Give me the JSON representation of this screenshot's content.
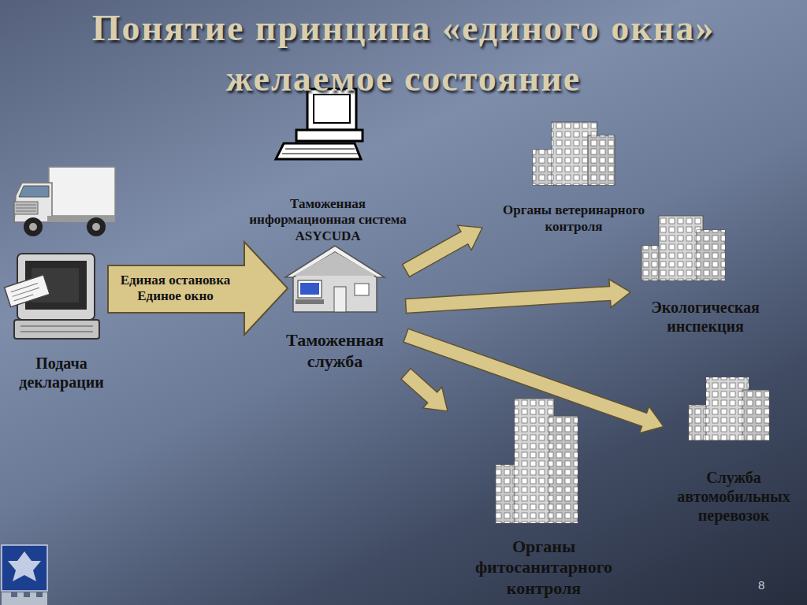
{
  "diagram": {
    "title": "Понятие принципа «единого окна» желаемое состояние",
    "nodes": [
      {
        "text": [
          "Подача декларации"
        ]
      },
      {
        "text": [
          "Единая остановка Единое окно"
        ]
      },
      {
        "text": [
          "Таможенная информационная система ASYCUDA"
        ]
      },
      {
        "text": [
          "Таможенная служба"
        ]
      },
      {
        "text": [
          "Органы ветеринарного контроля"
        ]
      },
      {
        "text": [
          "Экологическая инспекция"
        ]
      },
      {
        "text": [
          "Служба автомобильных перевозок"
        ]
      },
      {
        "text": [
          "Органы фитосанитарного контроля"
        ]
      }
    ],
    "edges": [
      {
        "from": 3,
        "to": 4,
        "arrow": "to"
      },
      {
        "from": 3,
        "to": 5,
        "arrow": "to"
      },
      {
        "from": 3,
        "to": 6,
        "arrow": "to"
      },
      {
        "from": 3,
        "to": 7,
        "arrow": "to"
      }
    ],
    "labels": [
      "8"
    ]
  }
}
